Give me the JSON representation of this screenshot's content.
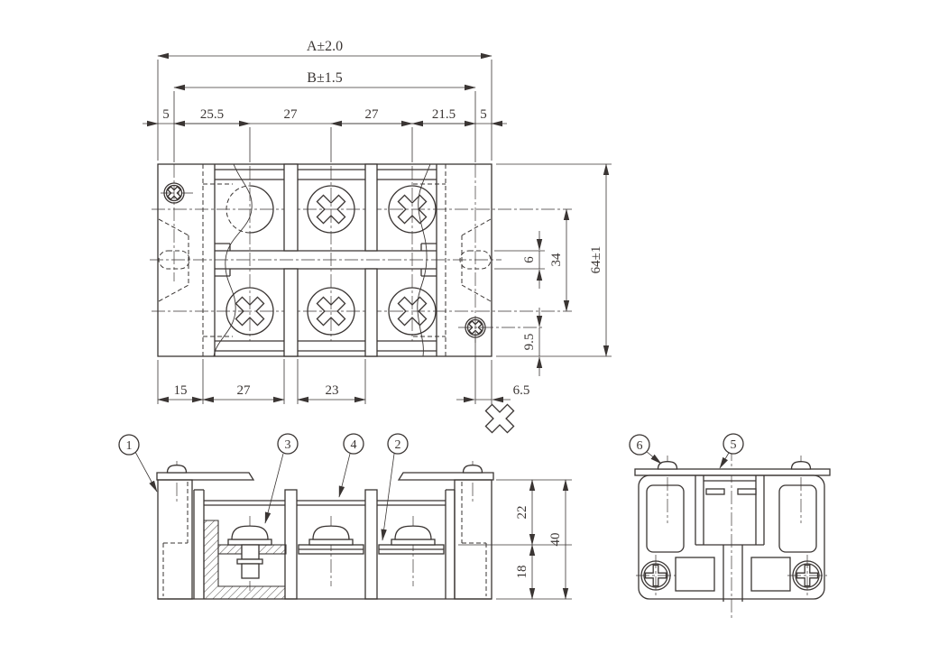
{
  "colors": {
    "line": "#3a3533",
    "background": "#ffffff"
  },
  "top_view": {
    "dim_a": "A±2.0",
    "dim_b": "B±1.5",
    "top_dims": [
      "5",
      "25.5",
      "27",
      "27",
      "21.5",
      "5"
    ],
    "right_dims": {
      "slot_width": "6",
      "row_pitch": "34",
      "total_depth": "64±1",
      "screw_offset": "9.5"
    },
    "bottom_dims": [
      "15",
      "27",
      "23",
      "6.5"
    ]
  },
  "front_view": {
    "dims": {
      "upper": "22",
      "lower": "18",
      "total": "40"
    },
    "callouts": [
      "1",
      "3",
      "4",
      "2"
    ]
  },
  "side_view": {
    "callouts": [
      "6",
      "5"
    ]
  }
}
